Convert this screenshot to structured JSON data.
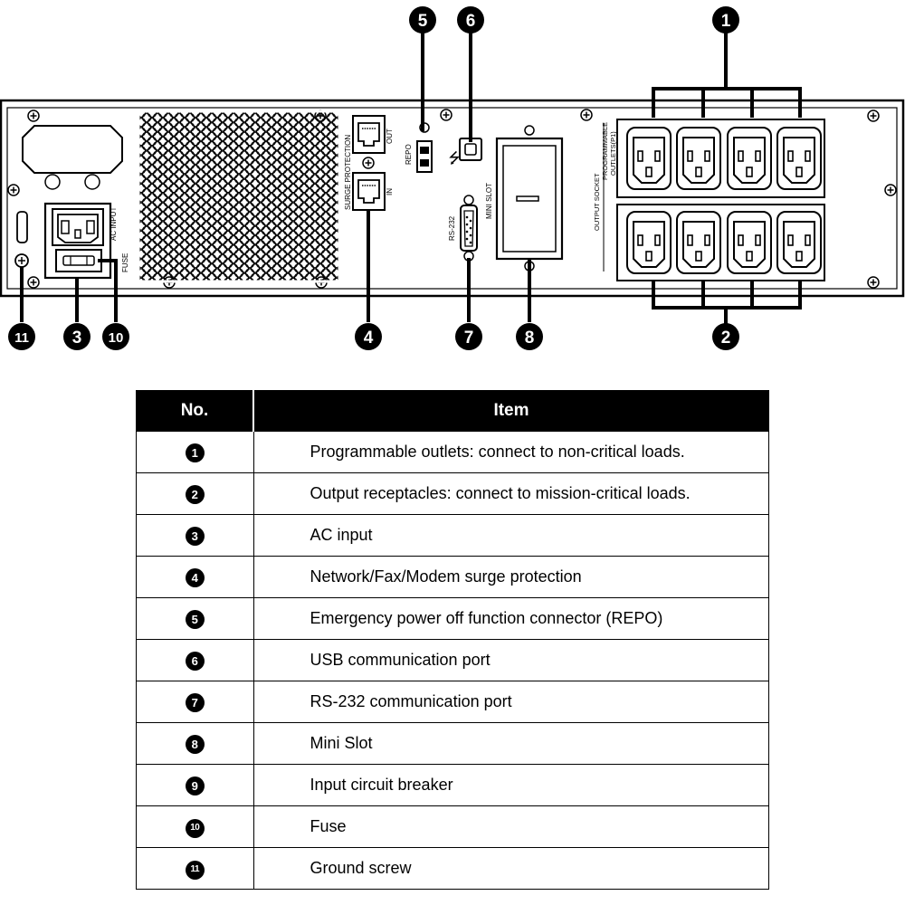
{
  "callouts": [
    "1",
    "2",
    "3",
    "4",
    "5",
    "6",
    "7",
    "8",
    "10",
    "11"
  ],
  "panel_labels": {
    "surge_protection": "SURGE PROTECTION",
    "out": "OUT",
    "in": "IN",
    "repo": "REPO",
    "rs232": "RS-232",
    "mini_slot": "MINI SLOT",
    "ac_input": "AC INPUT",
    "fuse": "FUSE",
    "output_socket": "OUTPUT SOCKET",
    "programmable": "PROGRAMMABLE",
    "outlets_p1": "OUTLETS(P1)"
  },
  "table": {
    "headers": {
      "no": "No.",
      "item": "Item"
    },
    "rows": [
      {
        "num": "1",
        "item": "Programmable outlets: connect to non-critical loads."
      },
      {
        "num": "2",
        "item": "Output receptacles: connect to mission-critical loads."
      },
      {
        "num": "3",
        "item": "AC input"
      },
      {
        "num": "4",
        "item": "Network/Fax/Modem surge protection"
      },
      {
        "num": "5",
        "item": "Emergency power off function connector (REPO)"
      },
      {
        "num": "6",
        "item": "USB communication port"
      },
      {
        "num": "7",
        "item": "RS-232 communication port"
      },
      {
        "num": "8",
        "item": "Mini Slot"
      },
      {
        "num": "9",
        "item": "Input circuit breaker"
      },
      {
        "num": "10",
        "item": "Fuse"
      },
      {
        "num": "11",
        "item": "Ground screw"
      }
    ]
  }
}
